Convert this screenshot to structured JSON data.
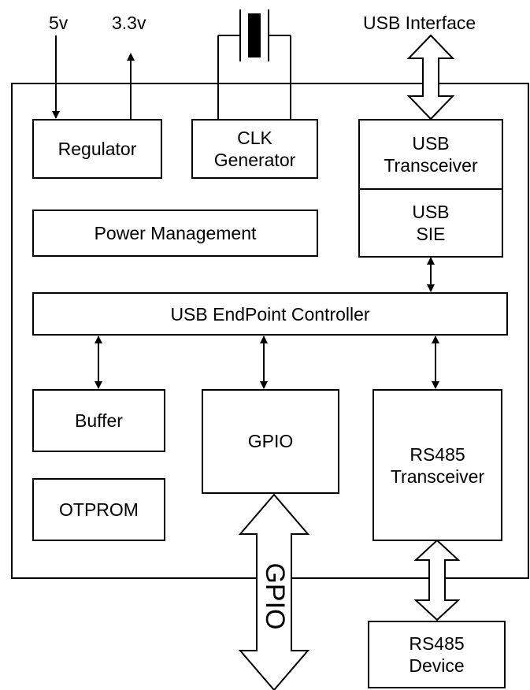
{
  "labels": {
    "v5": "5v",
    "v33": "3.3v",
    "usb_interface": "USB Interface",
    "gpio_arrow": "GPIO"
  },
  "blocks": {
    "regulator": "Regulator",
    "clk_line1": "CLK",
    "clk_line2": "Generator",
    "usb_tr_line1": "USB",
    "usb_tr_line2": "Transceiver",
    "usb_sie_line1": "USB",
    "usb_sie_line2": "SIE",
    "power_management": "Power Management",
    "endpoint_controller": "USB EndPoint Controller",
    "buffer": "Buffer",
    "gpio": "GPIO",
    "otprom": "OTPROM",
    "rs485_tr_line1": "RS485",
    "rs485_tr_line2": "Transceiver",
    "rs485_dev_line1": "RS485",
    "rs485_dev_line2": "Device"
  },
  "colors": {
    "line": "#000000",
    "background": "#ffffff"
  }
}
